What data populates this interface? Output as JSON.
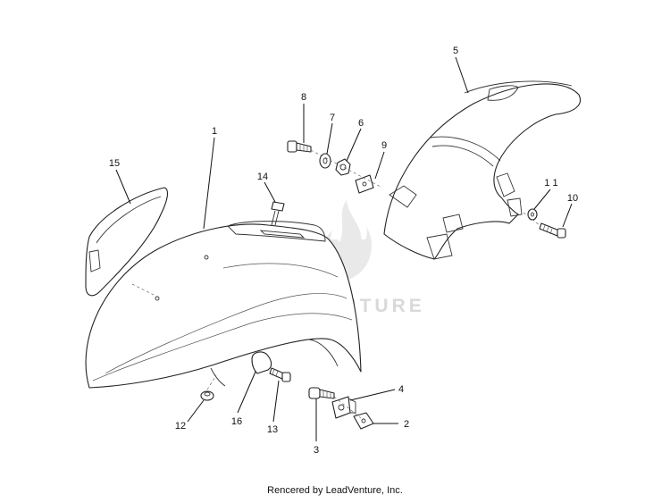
{
  "watermark": {
    "text": "LEADVENTURE"
  },
  "callouts": [
    "1",
    "2",
    "3",
    "4",
    "5",
    "6",
    "7",
    "8",
    "9",
    "1 1",
    "10",
    "12",
    "13",
    "14",
    "15",
    "16"
  ],
  "footer": {
    "text": "Rencered by LeadVenture, Inc."
  }
}
